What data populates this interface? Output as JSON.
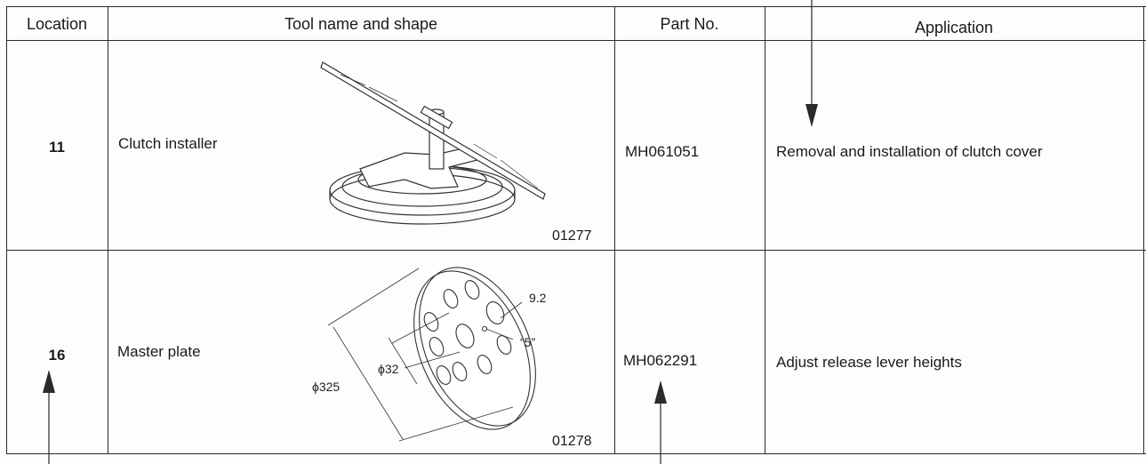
{
  "table": {
    "headers": {
      "location": "Location",
      "tool": "Tool name and shape",
      "part_no": "Part No.",
      "application": "Application"
    },
    "rows": [
      {
        "location": "11",
        "tool_name": "Clutch installer",
        "figure_code": "01277",
        "part_no": "MH061051",
        "application": "Removal and installation of clutch cover"
      },
      {
        "location": "16",
        "tool_name": "Master plate",
        "figure_code": "01278",
        "figure_labels": {
          "hole_dia": "9.2",
          "mark": "“5”",
          "bore_dia": "ϕ32",
          "outer_dia": "ϕ325"
        },
        "part_no": "MH062291",
        "application": "Adjust release lever heights"
      }
    ]
  },
  "icons": {
    "callout_arrow": "arrow-icon",
    "clutch_installer": "clutch-installer-icon",
    "master_plate": "master-plate-icon"
  }
}
